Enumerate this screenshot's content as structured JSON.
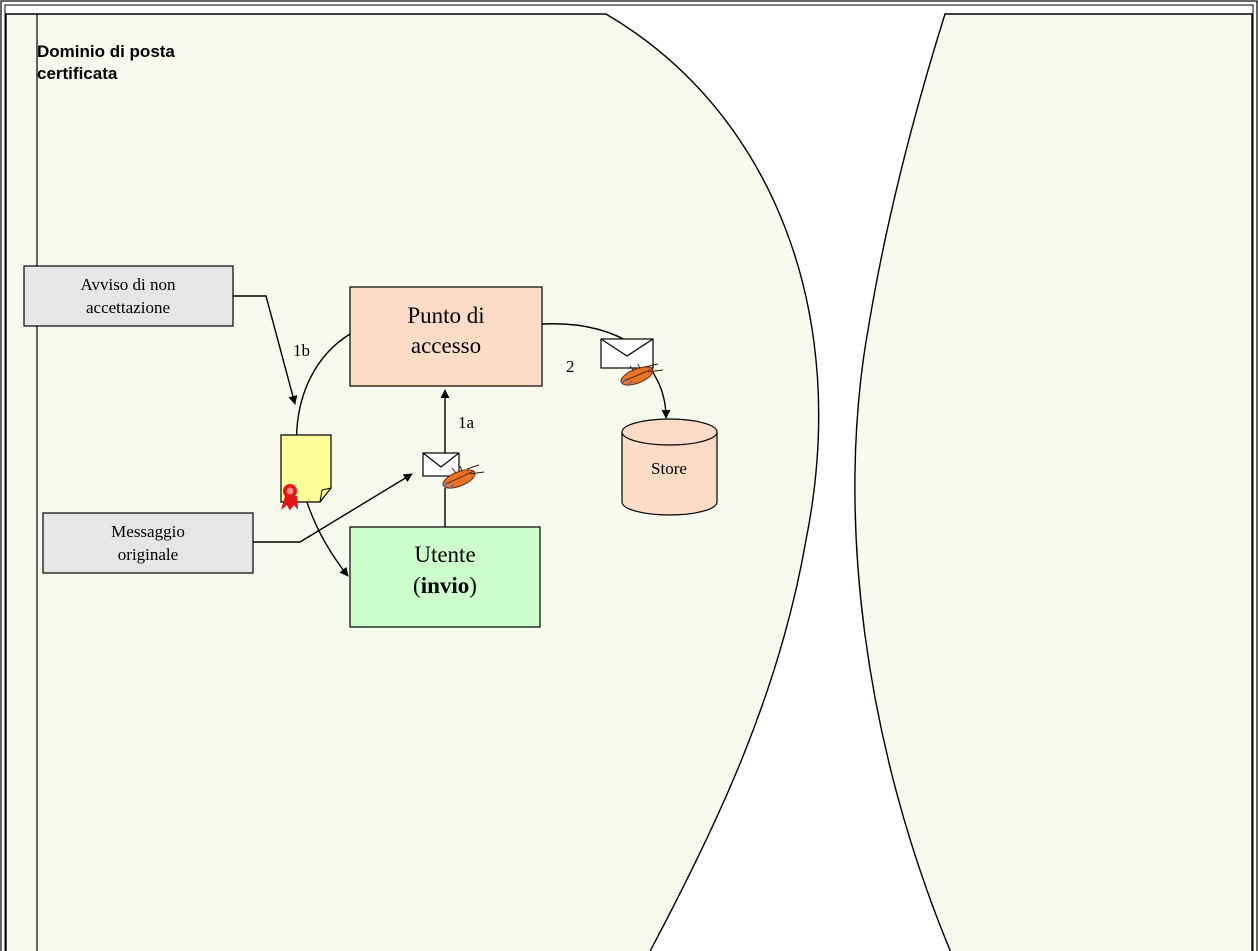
{
  "domain": {
    "title": "Dominio di posta certificata"
  },
  "nodes": {
    "access_point": {
      "label_line1": "Punto di",
      "label_line2": "accesso",
      "fill": "#fcdcc6"
    },
    "user": {
      "label_line1": "Utente",
      "label_open": "(",
      "label_bold": "invio",
      "label_close": ")",
      "fill": "#ccffcc"
    },
    "store": {
      "label": "Store",
      "fill": "#fcdcc6"
    },
    "non_acceptance": {
      "label_line1": "Avviso di non",
      "label_line2": "accettazione",
      "fill": "#e6e6e6"
    },
    "original_message": {
      "label_line1": "Messaggio",
      "label_line2": "originale",
      "fill": "#e6e6e6"
    }
  },
  "edges": {
    "step_1a": "1a",
    "step_1b": "1b",
    "step_2": "2"
  },
  "icons": {
    "envelope": "envelope-icon",
    "signature": "signed-envelope-icon",
    "certificate": "certificate-document-icon"
  },
  "colors": {
    "domain_background": "#f6fbee",
    "certificate": "#ffff99",
    "seal": "#e31414"
  }
}
